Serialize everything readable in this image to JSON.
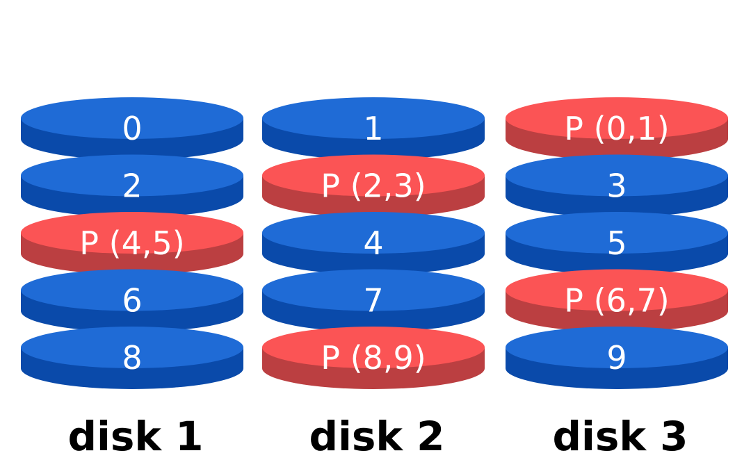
{
  "title": "RAID 5 striping with distributed parity",
  "colors": {
    "data_top": "#1f6bd6",
    "data_side": "#0a4aaa",
    "parity_top": "#fb5455",
    "parity_side": "#bb3f41",
    "label_text": "#ffffff",
    "disk_label_text": "#000000"
  },
  "disks": [
    {
      "label": "disk 1",
      "blocks": [
        {
          "label": "0",
          "type": "data"
        },
        {
          "label": "2",
          "type": "data"
        },
        {
          "label": "P (4,5)",
          "type": "parity"
        },
        {
          "label": "6",
          "type": "data"
        },
        {
          "label": "8",
          "type": "data"
        }
      ]
    },
    {
      "label": "disk 2",
      "blocks": [
        {
          "label": "1",
          "type": "data"
        },
        {
          "label": "P (2,3)",
          "type": "parity"
        },
        {
          "label": "4",
          "type": "data"
        },
        {
          "label": "7",
          "type": "data"
        },
        {
          "label": "P (8,9)",
          "type": "parity"
        }
      ]
    },
    {
      "label": "disk 3",
      "blocks": [
        {
          "label": "P (0,1)",
          "type": "parity"
        },
        {
          "label": "3",
          "type": "data"
        },
        {
          "label": "5",
          "type": "data"
        },
        {
          "label": "P (6,7)",
          "type": "parity"
        },
        {
          "label": "9",
          "type": "data"
        }
      ]
    }
  ]
}
